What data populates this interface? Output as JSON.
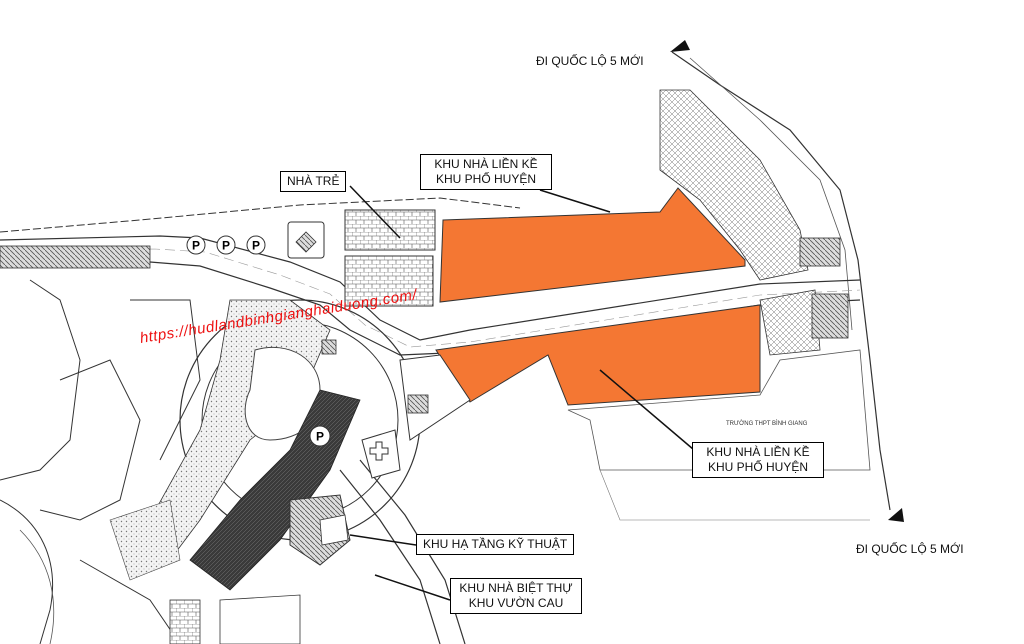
{
  "labels": {
    "nha_tre": "NHÀ TRẺ",
    "khu_lien_ke_top": [
      "KHU NHÀ LIỀN KỀ",
      "KHU PHỐ HUYỆN"
    ],
    "khu_lien_ke_right": [
      "KHU NHÀ LIỀN KỀ",
      "KHU PHỐ HUYỆN"
    ],
    "khu_ha_tang": "KHU HẠ TẦNG KỸ THUẬT",
    "khu_biet_thu": [
      "KHU NHÀ BIỆT THỰ",
      "KHU VƯỜN CAU"
    ],
    "di_ql5_top": "ĐI QUỐC LỘ 5 MỚI",
    "di_ql5_bottom": "ĐI QUỐC LỘ 5 MỚI",
    "school": "TRƯỜNG THPT BÌNH GIANG"
  },
  "watermark": "https://hudlandbinhgianghaiduong.com/",
  "parking_symbol": "P",
  "colors": {
    "highlight": "#f47733",
    "line": "#333333",
    "hatch_dark": "#3a3a3a",
    "watermark": "#ee1111"
  },
  "icons": {
    "parking": "parking-icon",
    "building": "building-icon",
    "cross": "medical-cross-icon",
    "direction": "direction-arrow-icon"
  }
}
